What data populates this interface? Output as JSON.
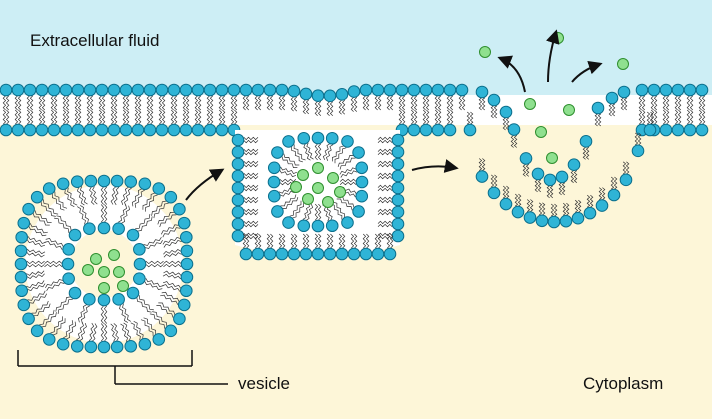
{
  "labels": {
    "extracellular": "Extracellular fluid",
    "vesicle": "vesicle",
    "cytoplasm": "Cytoplasm"
  },
  "colors": {
    "extracellular_bg": "#cdeef5",
    "cytoplasm_bg": "#fdf6d8",
    "lipid_head": "#2fb4d6",
    "lipid_head_stroke": "#0b6f8c",
    "molecule_fill": "#8fe08f",
    "molecule_stroke": "#2f8f2f",
    "bilayer_core": "#ffffff",
    "arrow": "#111111"
  },
  "icons": {
    "arrow": "curved-arrow-icon",
    "molecule": "molecule-icon",
    "lipid": "phospholipid-head-icon"
  }
}
